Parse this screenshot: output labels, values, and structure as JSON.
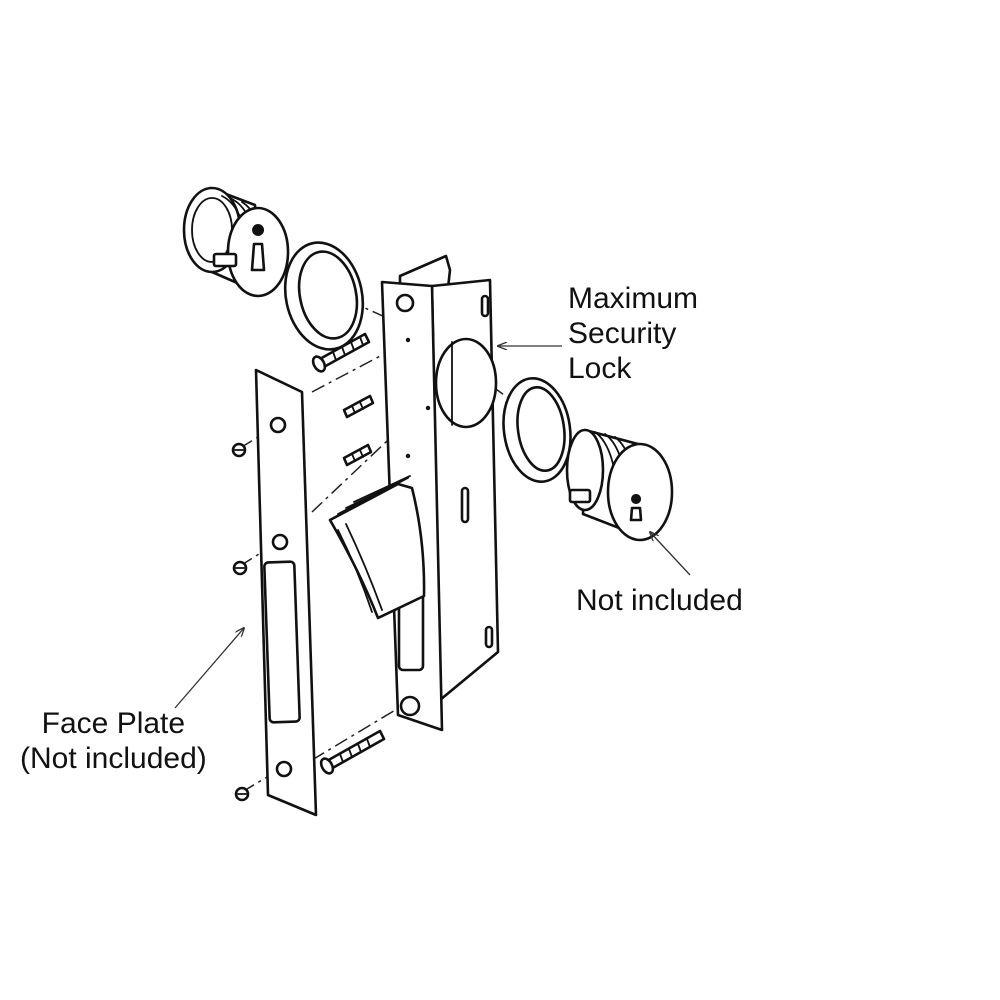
{
  "labels": {
    "maximum_security_lock": [
      "Maximum",
      "Security",
      "Lock"
    ],
    "not_included": "Not included",
    "face_plate": [
      "Face Plate",
      "(Not included)"
    ]
  },
  "colors": {
    "line": "#111111",
    "background": "#ffffff"
  }
}
